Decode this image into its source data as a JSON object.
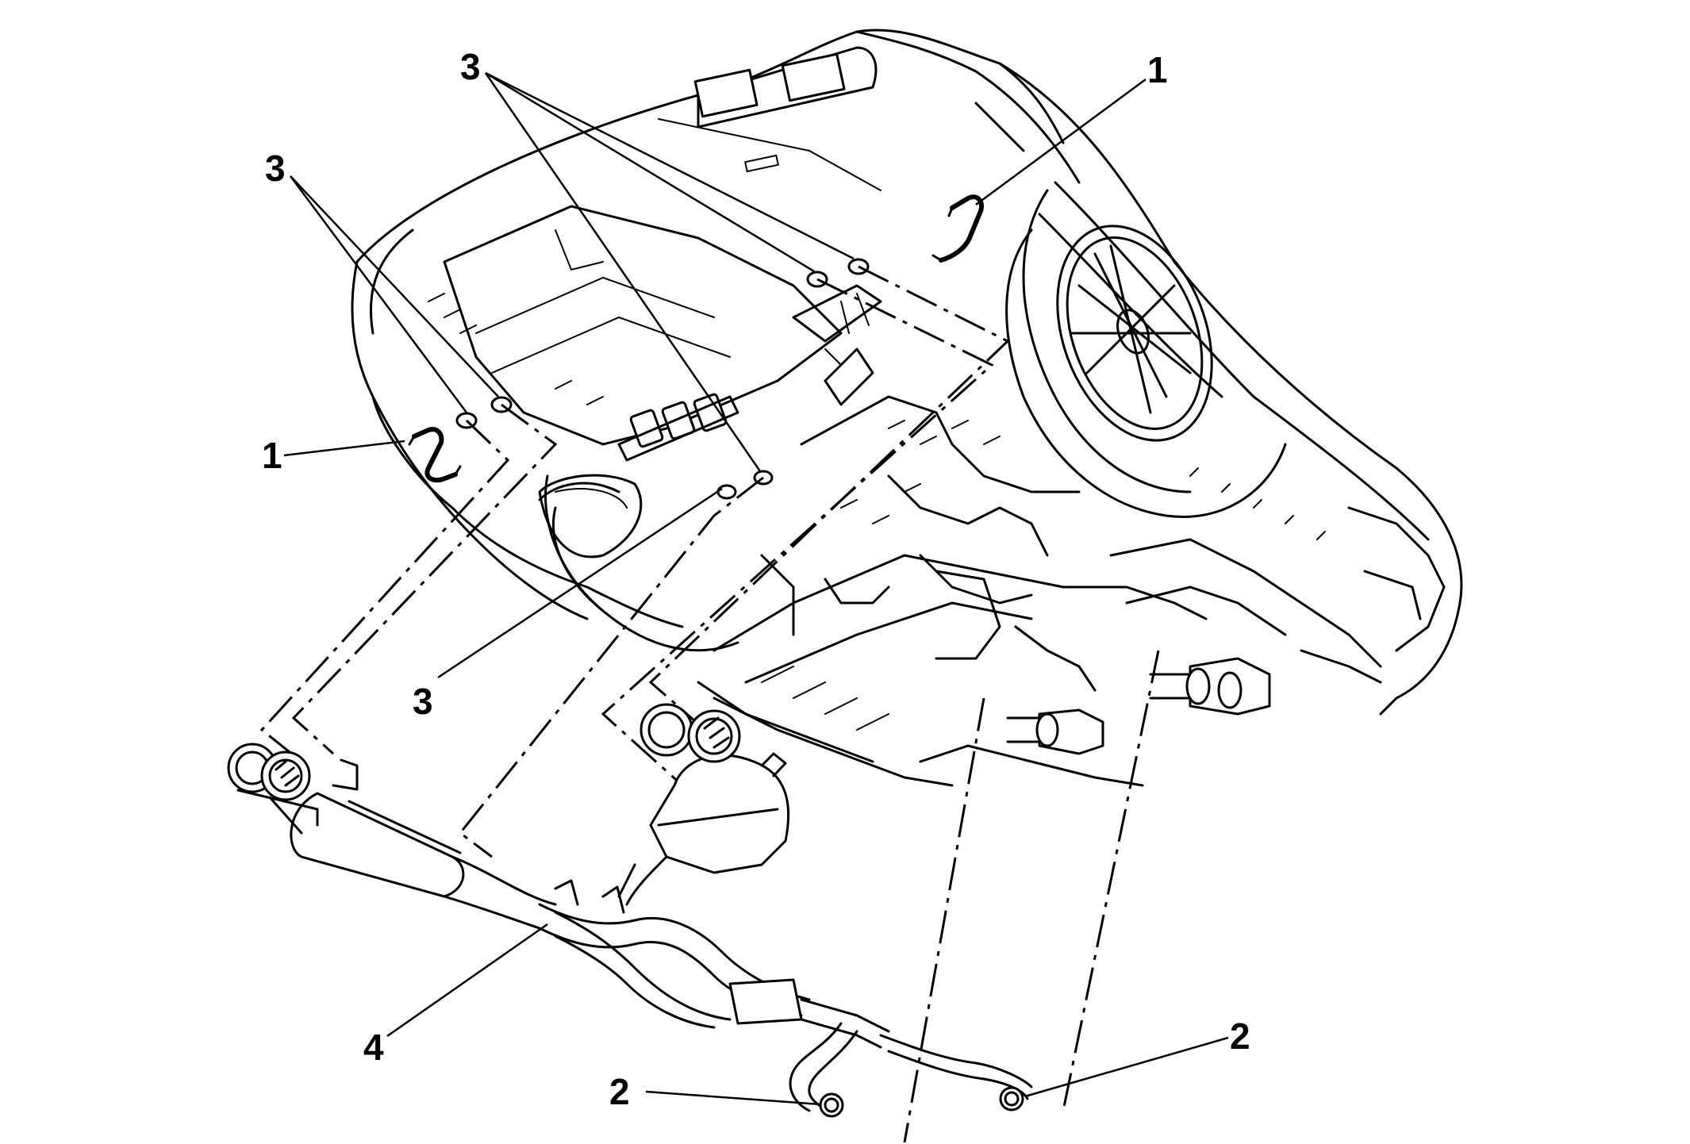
{
  "callouts": [
    {
      "id": "c1_top",
      "text": "1"
    },
    {
      "id": "c1_left",
      "text": "1"
    },
    {
      "id": "c2_right",
      "text": "2"
    },
    {
      "id": "c2_bottom",
      "text": "2"
    },
    {
      "id": "c3_topleft",
      "text": "3"
    },
    {
      "id": "c3_top",
      "text": "3"
    },
    {
      "id": "c3_mid",
      "text": "3"
    },
    {
      "id": "c4",
      "text": "4"
    }
  ],
  "colors": {
    "line": "#000000",
    "background": "#ffffff"
  }
}
